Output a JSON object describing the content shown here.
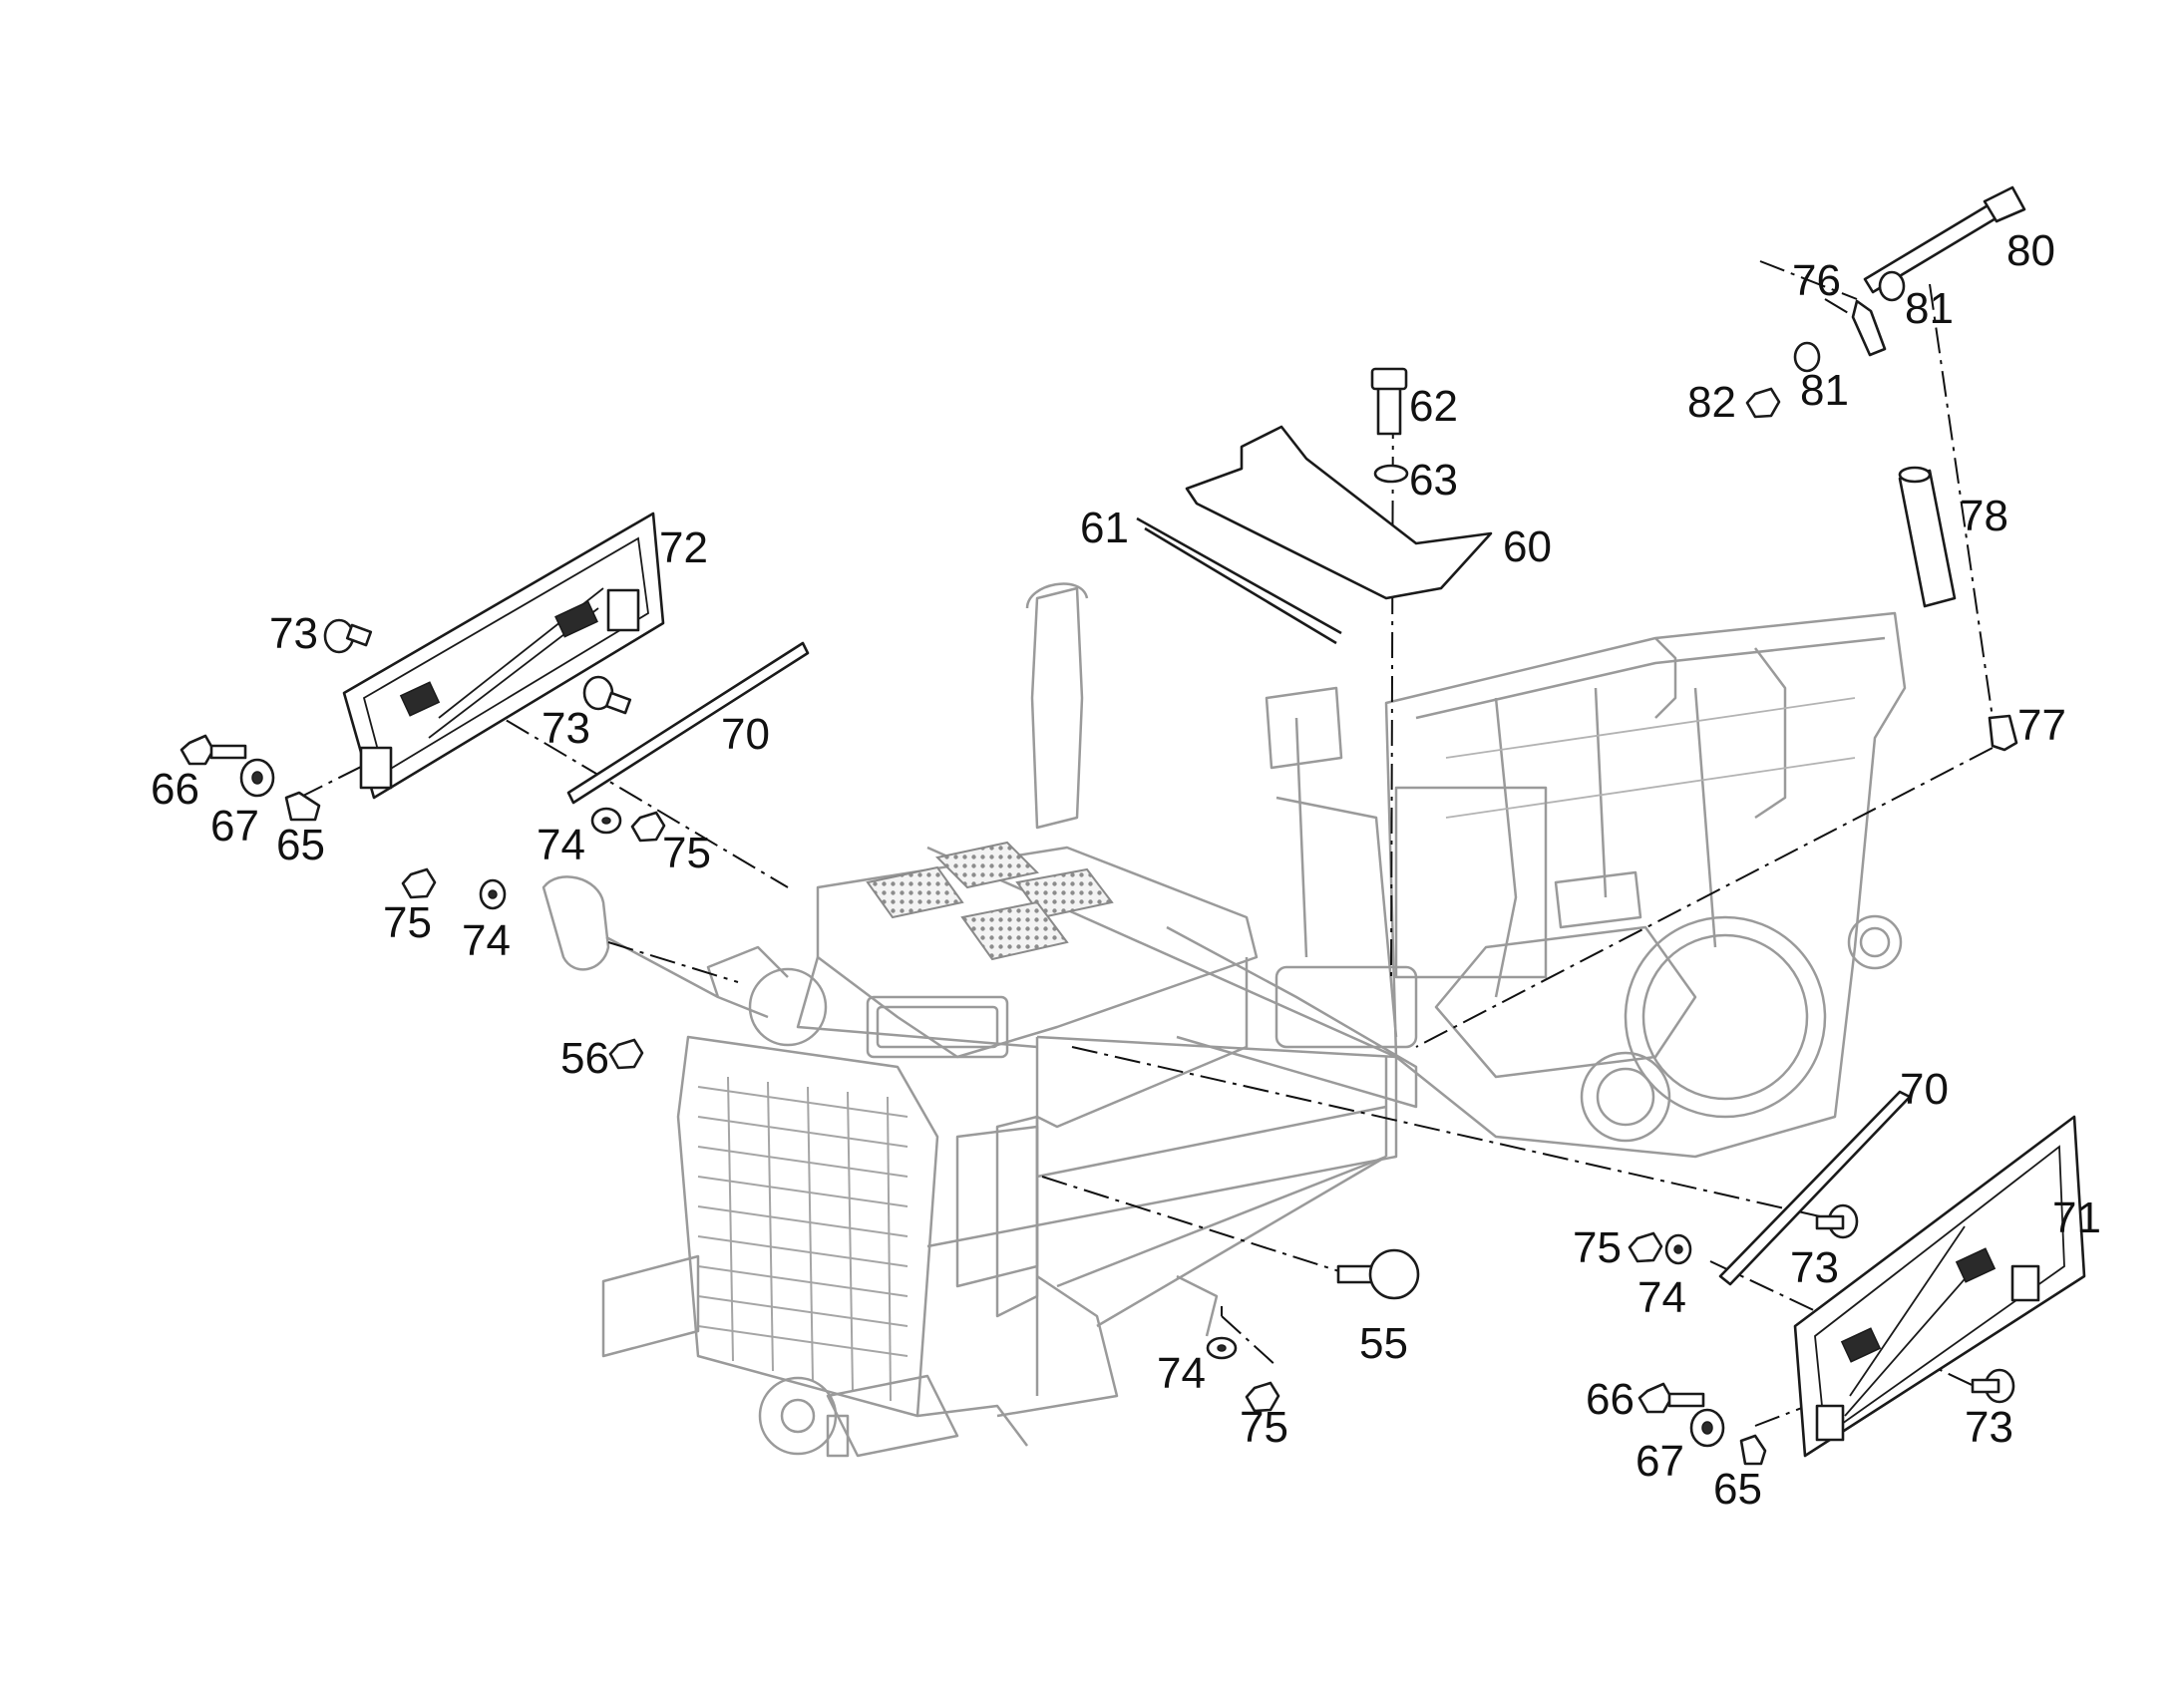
{
  "callouts": [
    {
      "id": "c80",
      "text": "80"
    },
    {
      "id": "c76",
      "text": "76"
    },
    {
      "id": "c81a",
      "text": "81"
    },
    {
      "id": "c82",
      "text": "82"
    },
    {
      "id": "c81b",
      "text": "81"
    },
    {
      "id": "c62",
      "text": "62"
    },
    {
      "id": "c63",
      "text": "63"
    },
    {
      "id": "c61",
      "text": "61"
    },
    {
      "id": "c60",
      "text": "60"
    },
    {
      "id": "c78",
      "text": "78"
    },
    {
      "id": "c77",
      "text": "77"
    },
    {
      "id": "c72",
      "text": "72"
    },
    {
      "id": "c73a",
      "text": "73"
    },
    {
      "id": "c73b",
      "text": "73"
    },
    {
      "id": "c70a",
      "text": "70"
    },
    {
      "id": "c66a",
      "text": "66"
    },
    {
      "id": "c67a",
      "text": "67"
    },
    {
      "id": "c65a",
      "text": "65"
    },
    {
      "id": "c74a",
      "text": "74"
    },
    {
      "id": "c75a",
      "text": "75"
    },
    {
      "id": "c75b",
      "text": "75"
    },
    {
      "id": "c74b",
      "text": "74"
    },
    {
      "id": "c56",
      "text": "56"
    },
    {
      "id": "c70b",
      "text": "70"
    },
    {
      "id": "c71",
      "text": "71"
    },
    {
      "id": "c75c",
      "text": "75"
    },
    {
      "id": "c73c",
      "text": "73"
    },
    {
      "id": "c74c",
      "text": "74"
    },
    {
      "id": "c55",
      "text": "55"
    },
    {
      "id": "c74d",
      "text": "74"
    },
    {
      "id": "c75d",
      "text": "75"
    },
    {
      "id": "c66b",
      "text": "66"
    },
    {
      "id": "c73d",
      "text": "73"
    },
    {
      "id": "c67b",
      "text": "67"
    },
    {
      "id": "c65b",
      "text": "65"
    }
  ]
}
